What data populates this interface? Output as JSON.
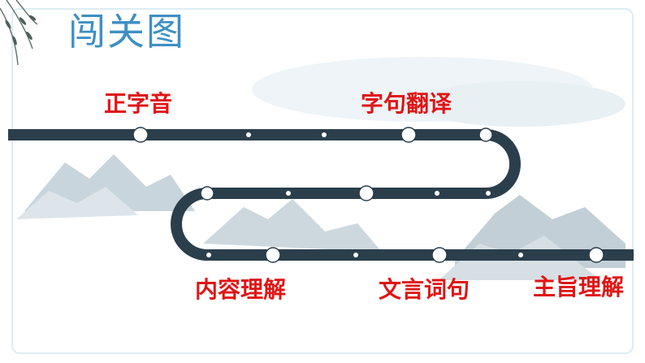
{
  "title": "闯关图",
  "stages": {
    "s1": "正字音",
    "s2": "字句翻译",
    "s3": "内容理解",
    "s4": "文言词句",
    "s5": "主旨理解"
  },
  "colors": {
    "track": "#2b3e4c",
    "label": "#e01515",
    "title": "#3f8fc3",
    "frame": "#dbeef4"
  }
}
